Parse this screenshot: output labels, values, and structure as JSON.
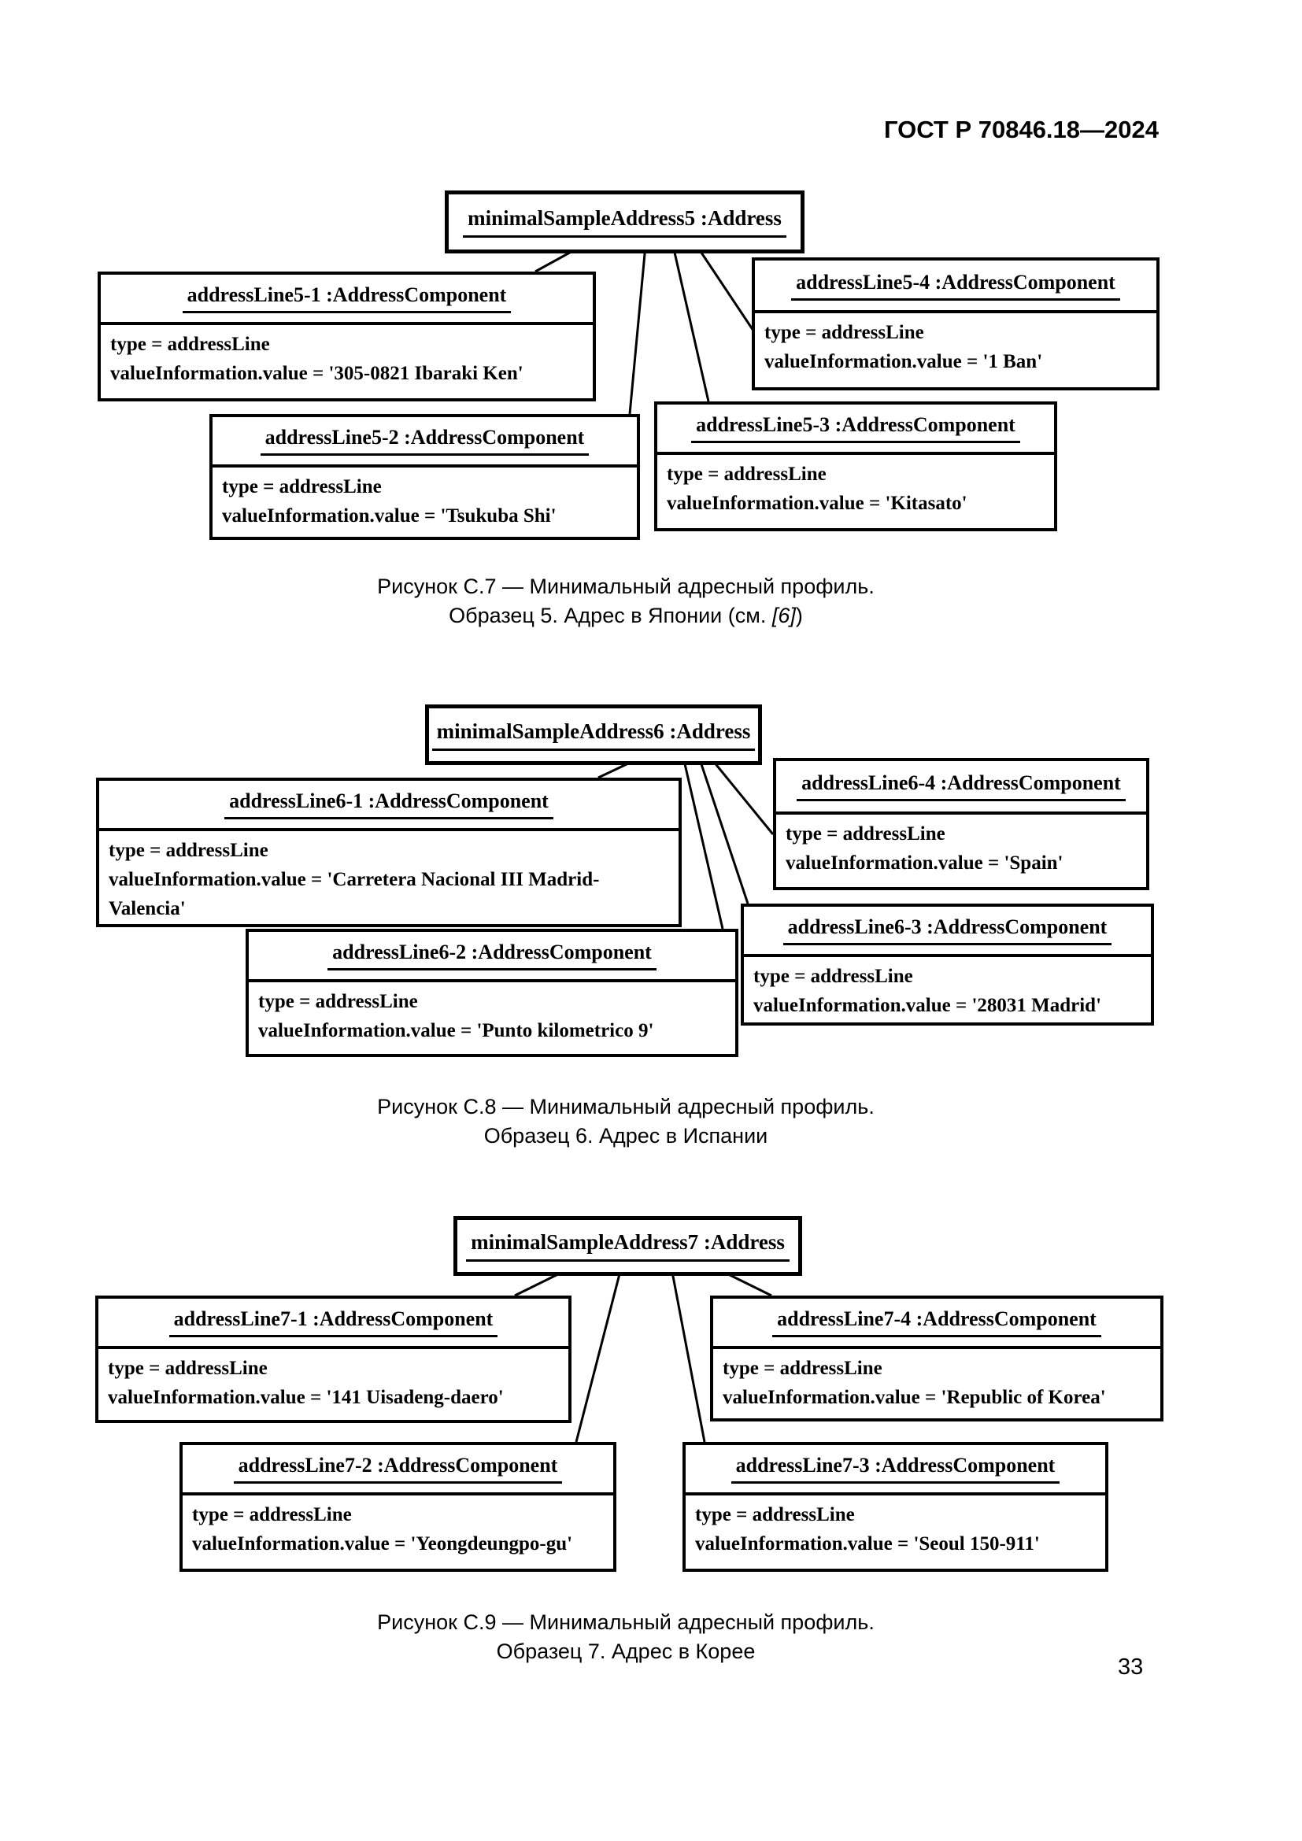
{
  "header": {
    "title": "ГОСТ Р 70846.18—2024"
  },
  "page_number": "33",
  "diagrams": [
    {
      "root": "minimalSampleAddress5 :Address",
      "components": [
        {
          "title": "addressLine5-1 :AddressComponent",
          "line1": "type = addressLine",
          "line2": "valueInformation.value = '305-0821 Ibaraki Ken'"
        },
        {
          "title": "addressLine5-2 :AddressComponent",
          "line1": "type = addressLine",
          "line2": "valueInformation.value = 'Tsukuba Shi'"
        },
        {
          "title": "addressLine5-3 :AddressComponent",
          "line1": "type = addressLine",
          "line2": "valueInformation.value = 'Kitasato'"
        },
        {
          "title": "addressLine5-4 :AddressComponent",
          "line1": "type = addressLine",
          "line2": "valueInformation.value = '1 Ban'"
        }
      ],
      "caption_line1": "Рисунок С.7 — Минимальный адресный профиль.",
      "caption_line2_prefix": "Образец 5. Адрес в Японии (см. ",
      "caption_line2_ref": "[6]",
      "caption_line2_suffix": ")"
    },
    {
      "root": "minimalSampleAddress6 :Address",
      "components": [
        {
          "title": "addressLine6-1 :AddressComponent",
          "line1": "type = addressLine",
          "line2": "valueInformation.value = 'Carretera Nacional III Madrid-Valencia'"
        },
        {
          "title": "addressLine6-2 :AddressComponent",
          "line1": "type = addressLine",
          "line2": "valueInformation.value = 'Punto kilometrico 9'"
        },
        {
          "title": "addressLine6-3 :AddressComponent",
          "line1": "type = addressLine",
          "line2": "valueInformation.value = '28031 Madrid'"
        },
        {
          "title": "addressLine6-4 :AddressComponent",
          "line1": "type = addressLine",
          "line2": "valueInformation.value = 'Spain'"
        }
      ],
      "caption_line1": "Рисунок С.8 — Минимальный адресный профиль.",
      "caption_line2": "Образец 6. Адрес в Испании"
    },
    {
      "root": "minimalSampleAddress7 :Address",
      "components": [
        {
          "title": "addressLine7-1 :AddressComponent",
          "line1": "type = addressLine",
          "line2": "valueInformation.value = '141 Uisadeng-daero'"
        },
        {
          "title": "addressLine7-2 :AddressComponent",
          "line1": "type = addressLine",
          "line2": "valueInformation.value = 'Yeongdeungpo-gu'"
        },
        {
          "title": "addressLine7-3 :AddressComponent",
          "line1": "type = addressLine",
          "line2": "valueInformation.value = 'Seoul 150-911'"
        },
        {
          "title": "addressLine7-4 :AddressComponent",
          "line1": "type = addressLine",
          "line2": "valueInformation.value = 'Republic of Korea'"
        }
      ],
      "caption_line1": "Рисунок С.9 — Минимальный адресный профиль.",
      "caption_line2": "Образец 7. Адрес в Корее"
    }
  ]
}
